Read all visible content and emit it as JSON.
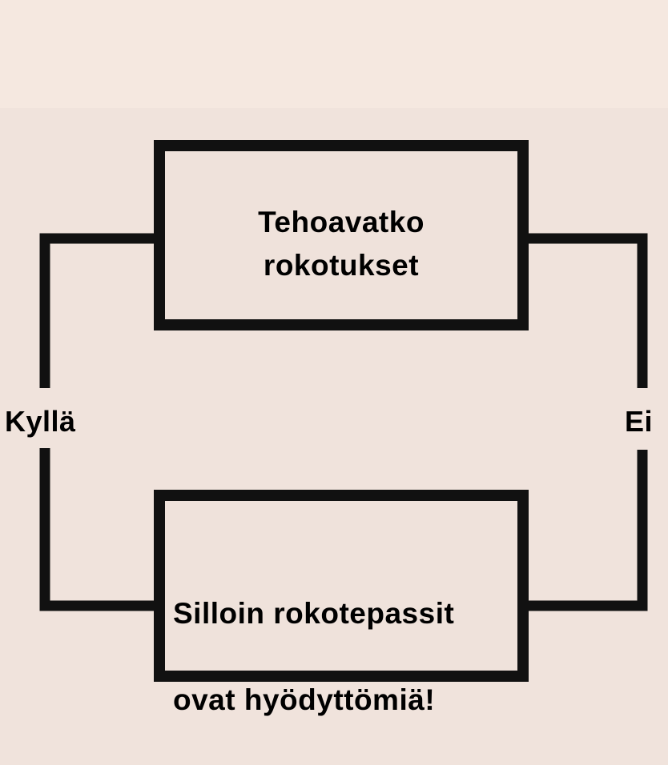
{
  "diagram": {
    "question": {
      "line1": "Tehoavatko",
      "line2": "rokotukset"
    },
    "conclusion": {
      "line1": "Silloin rokotepassit",
      "line2": "ovat hyödyttömiä!"
    },
    "branch_yes": "Kyllä",
    "branch_no": "Ei"
  },
  "colors": {
    "background": "#f0e3dc",
    "line": "#111111",
    "text": "#000000"
  }
}
